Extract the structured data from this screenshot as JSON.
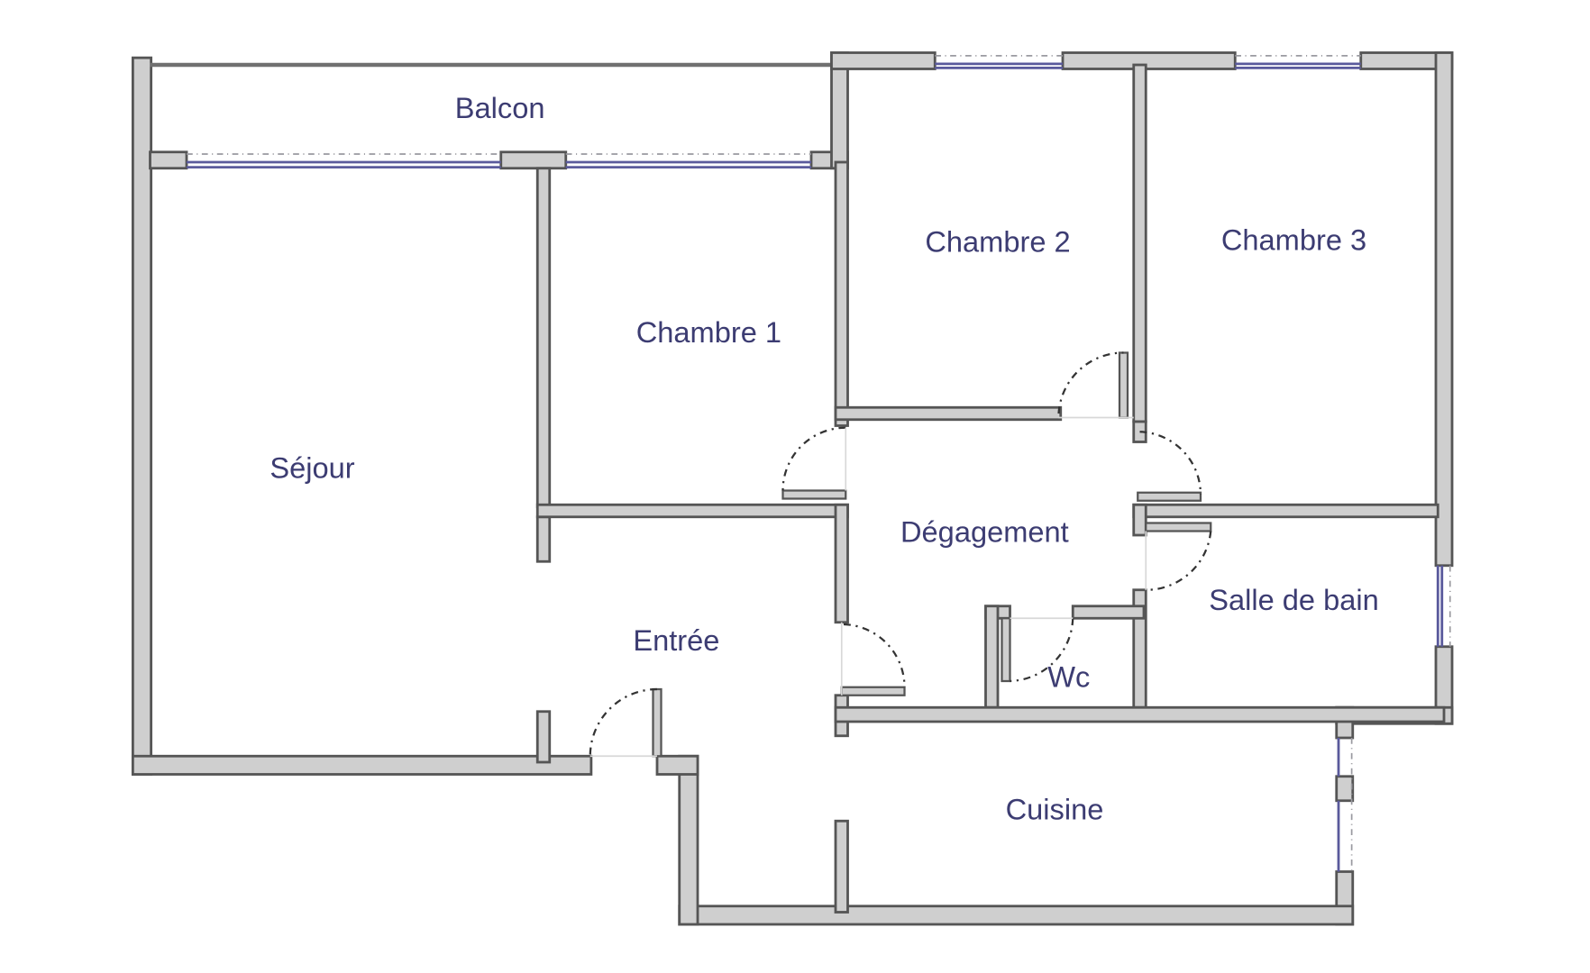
{
  "plan": {
    "colors": {
      "wall_fill": "#cfcfcf",
      "wall_stroke": "#555555",
      "label": "#3c3c72",
      "window": "#5a5a9c",
      "background": "#ffffff"
    },
    "rooms": {
      "balcon": "Balcon",
      "sejour": "Séjour",
      "chambre1": "Chambre 1",
      "chambre2": "Chambre 2",
      "chambre3": "Chambre 3",
      "degagement": "Dégagement",
      "salle_de_bain": "Salle de bain",
      "wc": "Wc",
      "entree": "Entrée",
      "cuisine": "Cuisine"
    }
  }
}
